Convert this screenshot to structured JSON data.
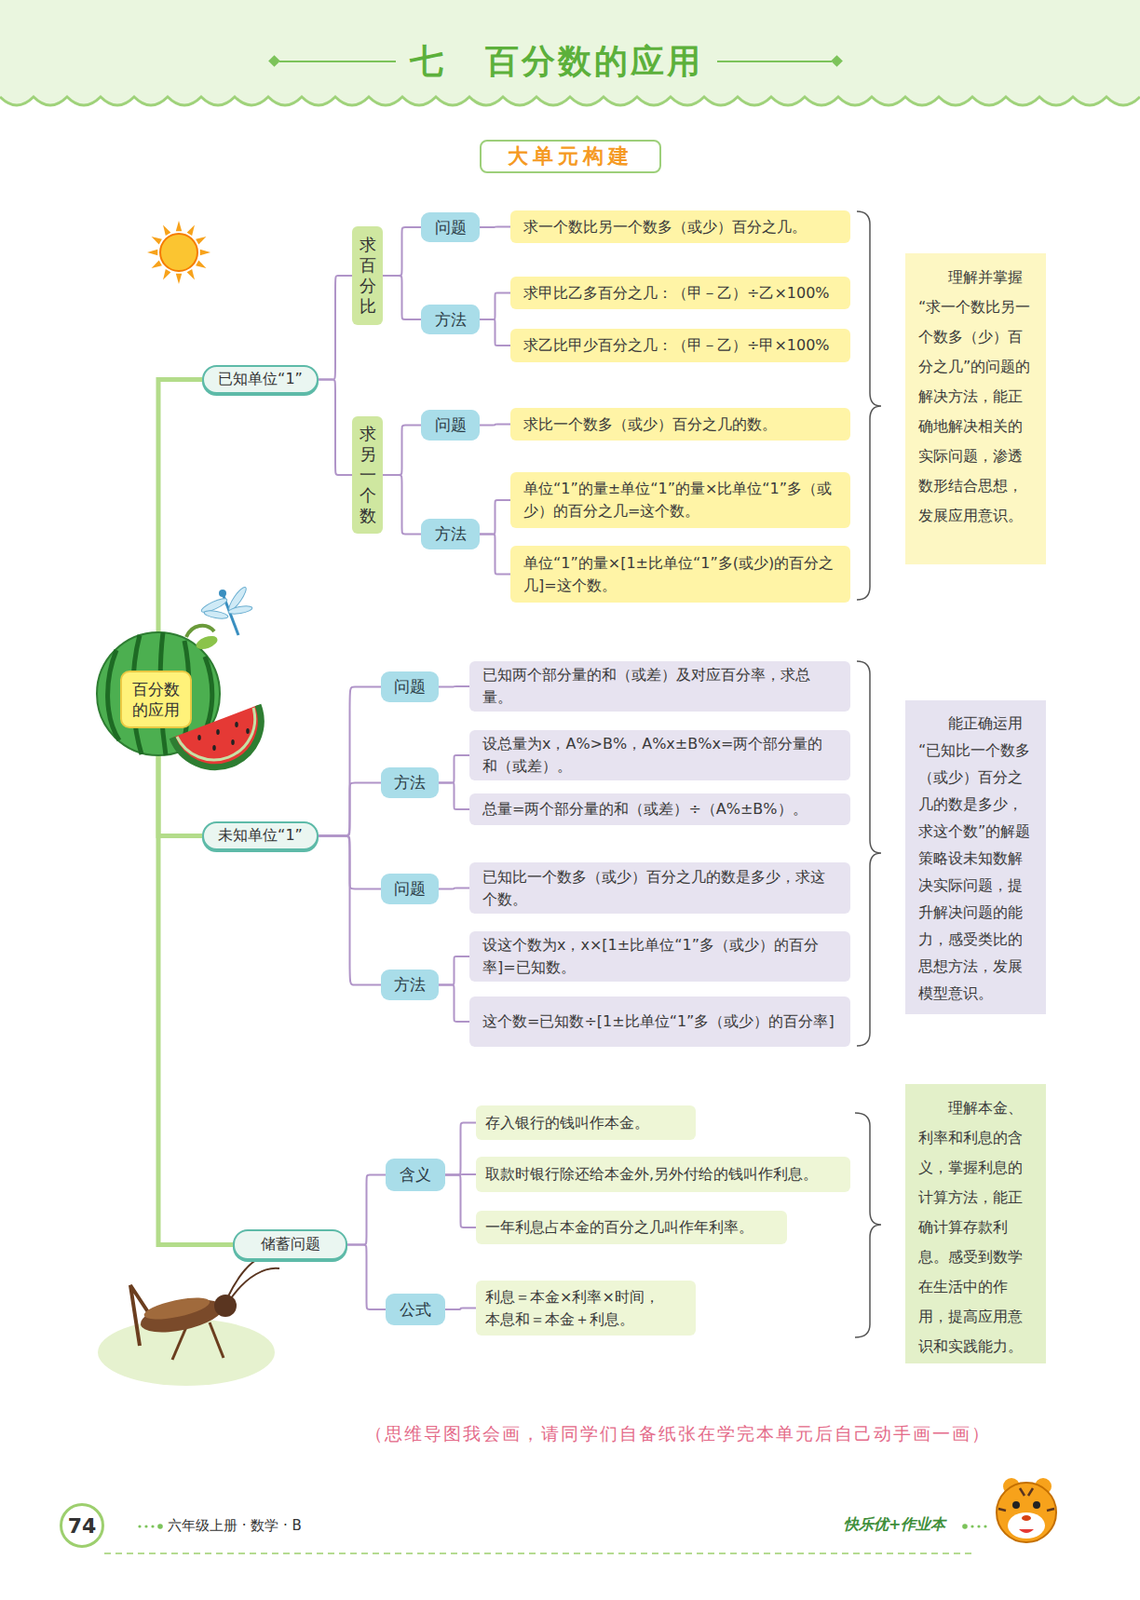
{
  "diagram": {
    "title": "七 百分数的应用",
    "nodes": [
      {
        "text": [
          "大单元构建"
        ]
      },
      {
        "text": [
          "百分数的应用"
        ]
      },
      {
        "text": [
          "已知单位“1”"
        ]
      },
      {
        "text": [
          "求百分比"
        ]
      },
      {
        "text": [
          "问题"
        ]
      },
      {
        "text": [
          "求一个数比另一个数多（或少）百分之几。"
        ]
      },
      {
        "text": [
          "方法"
        ]
      },
      {
        "text": [
          "求甲比乙多百分之几：（甲－乙）÷乙×100%"
        ]
      },
      {
        "text": [
          "求乙比甲少百分之几：（甲－乙）÷甲×100%"
        ]
      },
      {
        "text": [
          "求另一个数"
        ]
      },
      {
        "text": [
          "问题"
        ]
      },
      {
        "text": [
          "求比一个数多（或少）百分之几的数。"
        ]
      },
      {
        "text": [
          "方法"
        ]
      },
      {
        "text": [
          "单位“1”的量±单位“1”的量×比单位“1”多（或少）的百分之几=这个数。"
        ]
      },
      {
        "text": [
          "单位“1”的量×[1±比单位“1”多(或少)的百分之几]=这个数。"
        ]
      },
      {
        "text": [
          "理解并掌握“求一个数比另一个数多（少）百分之几”的问题的解决方法，能正确地解决相关的实际问题，渗透数形结合思想，发展应用意识。"
        ]
      },
      {
        "text": [
          "未知单位“1”"
        ]
      },
      {
        "text": [
          "问题"
        ]
      },
      {
        "text": [
          "已知两个部分量的和（或差）及对应百分率，求总量。"
        ]
      },
      {
        "text": [
          "方法"
        ]
      },
      {
        "text": [
          "设总量为x，A%>B%，A%x±B%x=两个部分量的和（或差）。"
        ]
      },
      {
        "text": [
          "总量=两个部分量的和（或差）÷（A%±B%）。"
        ]
      },
      {
        "text": [
          "问题"
        ]
      },
      {
        "text": [
          "已知比一个数多（或少）百分之几的数是多少，求这个数。"
        ]
      },
      {
        "text": [
          "方法"
        ]
      },
      {
        "text": [
          "设这个数为x，x×[1±比单位“1”多（或少）的百分率]=已知数。"
        ]
      },
      {
        "text": [
          "这个数=已知数÷[1±比单位“1”多（或少）的百分率]"
        ]
      },
      {
        "text": [
          "能正确运用“已知比一个数多（或少）百分之几的数是多少，求这个数”的解题策略设未知数解决实际问题，提升解决问题的能力，感受类比的思想方法，发展模型意识。"
        ]
      },
      {
        "text": [
          "储蓄问题"
        ]
      },
      {
        "text": [
          "含义"
        ]
      },
      {
        "text": [
          "存入银行的钱叫作本金。"
        ]
      },
      {
        "text": [
          "取款时银行除还给本金外,另外付给的钱叫作利息。"
        ]
      },
      {
        "text": [
          "一年利息占本金的百分之几叫作年利率。"
        ]
      },
      {
        "text": [
          "公式"
        ]
      },
      {
        "text": [
          "利息＝本金×利率×时间， 本息和＝本金＋利息。"
        ]
      },
      {
        "text": [
          "理解本金、利率和利息的含义，掌握利息的计算方法，能正确计算存款利息。感受到数学在生活中的作用，提高应用意识和实践能力。"
        ]
      },
      {
        "text": [
          "74"
        ]
      }
    ],
    "edges": [
      {
        "from": 1,
        "to": 2,
        "arrow": "none"
      },
      {
        "from": 1,
        "to": 16,
        "arrow": "none"
      },
      {
        "from": 1,
        "to": 28,
        "arrow": "none"
      },
      {
        "from": 2,
        "to": 3,
        "arrow": "none"
      },
      {
        "from": 2,
        "to": 9,
        "arrow": "none"
      },
      {
        "from": 3,
        "to": 4,
        "arrow": "none"
      },
      {
        "from": 3,
        "to": 6,
        "arrow": "none"
      },
      {
        "from": 4,
        "to": 5,
        "arrow": "none"
      },
      {
        "from": 6,
        "to": 7,
        "arrow": "none"
      },
      {
        "from": 6,
        "to": 8,
        "arrow": "none"
      },
      {
        "from": 9,
        "to": 10,
        "arrow": "none"
      },
      {
        "from": 9,
        "to": 12,
        "arrow": "none"
      },
      {
        "from": 10,
        "to": 11,
        "arrow": "none"
      },
      {
        "from": 12,
        "to": 13,
        "arrow": "none"
      },
      {
        "from": 12,
        "to": 14,
        "arrow": "none"
      },
      {
        "from": 16,
        "to": 17,
        "arrow": "none"
      },
      {
        "from": 16,
        "to": 19,
        "arrow": "none"
      },
      {
        "from": 16,
        "to": 22,
        "arrow": "none"
      },
      {
        "from": 16,
        "to": 24,
        "arrow": "none"
      },
      {
        "from": 17,
        "to": 18,
        "arrow": "none"
      },
      {
        "from": 19,
        "to": 20,
        "arrow": "none"
      },
      {
        "from": 19,
        "to": 21,
        "arrow": "none"
      },
      {
        "from": 22,
        "to": 23,
        "arrow": "none"
      },
      {
        "from": 24,
        "to": 25,
        "arrow": "none"
      },
      {
        "from": 24,
        "to": 26,
        "arrow": "none"
      },
      {
        "from": 28,
        "to": 29,
        "arrow": "none"
      },
      {
        "from": 28,
        "to": 33,
        "arrow": "none"
      },
      {
        "from": 29,
        "to": 30,
        "arrow": "none"
      },
      {
        "from": 29,
        "to": 31,
        "arrow": "none"
      },
      {
        "from": 29,
        "to": 32,
        "arrow": "none"
      },
      {
        "from": 33,
        "to": 34,
        "arrow": "none"
      }
    ],
    "labels": [
      "（思维导图我会画，请同学们自备纸张在学完本单元后自己动手画一画）",
      "六年级上册 · 数学 · B",
      "快乐优+作业本"
    ]
  }
}
